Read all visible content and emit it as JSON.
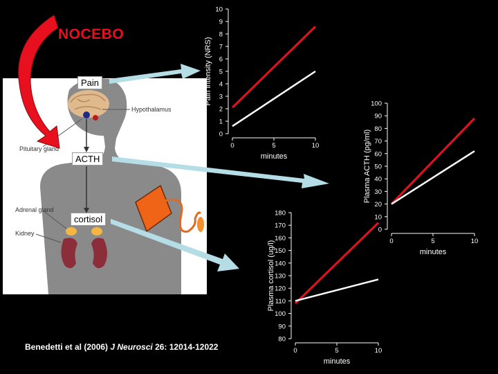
{
  "title": "NOCEBO",
  "labels": {
    "pain": "Pain",
    "acth": "ACTH",
    "cortisol": "cortisol",
    "hypothalamus": "Hypothalamus",
    "pituitary": "Pituitary gland",
    "adrenal": "Adrenal gland",
    "kidney": "Kidney"
  },
  "citation": {
    "authors": "Benedetti et al (2006) ",
    "journal": "J Neurosci",
    "ref": "  26: 12014-12022"
  },
  "colors": {
    "nocebo_red": "#e8101e",
    "arrow_fill": "#b5dde6",
    "body_gray": "#8a8a8a"
  },
  "chart_data": [
    {
      "type": "line",
      "ylabel": "Pain intensity (NRS)",
      "xlabel": "minutes",
      "xlim": [
        0,
        10
      ],
      "ylim": [
        0,
        10
      ],
      "x_ticks": [
        0,
        5,
        10
      ],
      "y_ticks": [
        0,
        1,
        2,
        3,
        4,
        5,
        6,
        7,
        8,
        9,
        10
      ],
      "series": [
        {
          "color": "#e8101e",
          "x": [
            0,
            10
          ],
          "y": [
            2.1,
            8.6
          ]
        },
        {
          "color": "#ffffff",
          "x": [
            0,
            10
          ],
          "y": [
            0.6,
            5.0
          ]
        }
      ]
    },
    {
      "type": "line",
      "ylabel": "Plasma ACTH (pg/ml)",
      "xlabel": "minutes",
      "xlim": [
        0,
        10
      ],
      "ylim": [
        0,
        100
      ],
      "x_ticks": [
        0,
        5,
        10
      ],
      "y_ticks": [
        0,
        10,
        20,
        30,
        40,
        50,
        60,
        70,
        80,
        90,
        100
      ],
      "series": [
        {
          "color": "#e8101e",
          "x": [
            0,
            10
          ],
          "y": [
            20,
            88
          ]
        },
        {
          "color": "#ffffff",
          "x": [
            0,
            10
          ],
          "y": [
            20,
            62
          ]
        }
      ]
    },
    {
      "type": "line",
      "ylabel": "Plasma cortisol (ug/l)",
      "xlabel": "minutes",
      "xlim": [
        0,
        10
      ],
      "ylim": [
        80,
        180
      ],
      "x_ticks": [
        0,
        5,
        10
      ],
      "y_ticks": [
        80,
        90,
        100,
        110,
        120,
        130,
        140,
        150,
        160,
        170,
        180
      ],
      "series": [
        {
          "color": "#e8101e",
          "x": [
            0,
            10
          ],
          "y": [
            108,
            172
          ]
        },
        {
          "color": "#ffffff",
          "x": [
            0,
            10
          ],
          "y": [
            110,
            127
          ]
        }
      ]
    }
  ]
}
